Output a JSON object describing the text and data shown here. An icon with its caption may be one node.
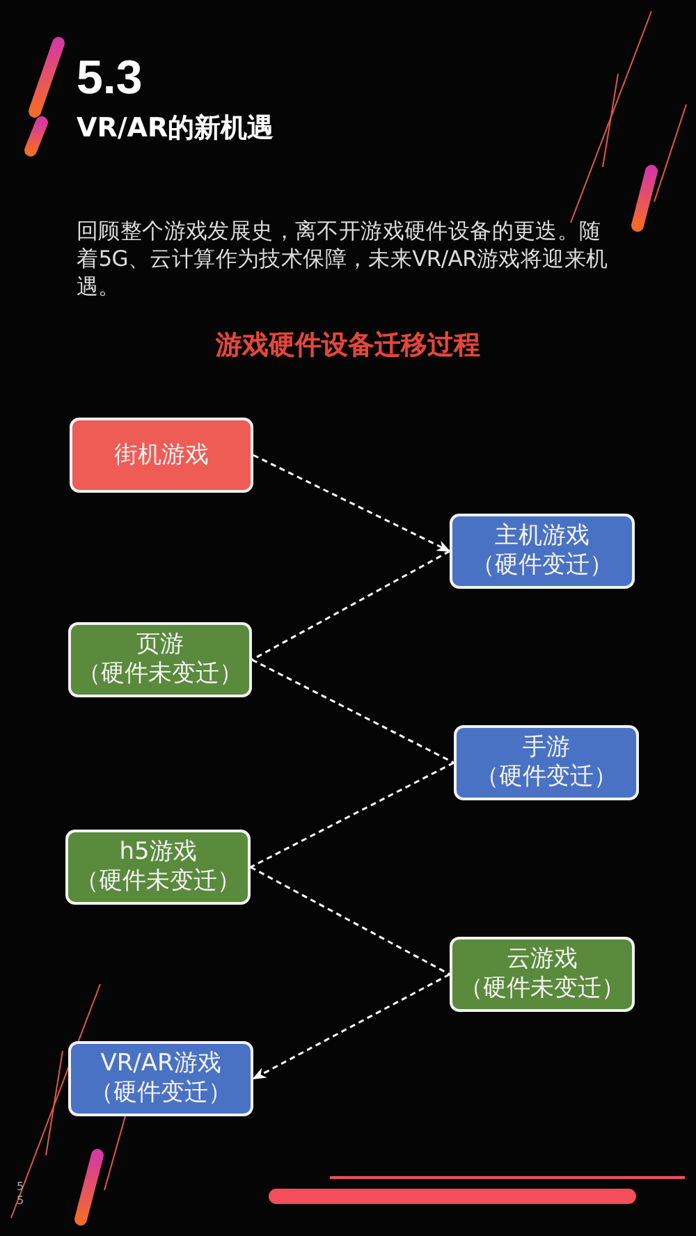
{
  "diagram": {
    "title": "5.3 VR/AR的新机遇",
    "nodes": [
      {
        "text": [
          "街机游戏"
        ]
      },
      {
        "text": [
          "主机游戏",
          "（硬件变迁）"
        ]
      },
      {
        "text": [
          "页游",
          "（硬件未变迁）"
        ]
      },
      {
        "text": [
          "手游",
          "（硬件变迁）"
        ]
      },
      {
        "text": [
          "h5游戏",
          "（硬件未变迁）"
        ]
      },
      {
        "text": [
          "云游戏",
          "（硬件未变迁）"
        ]
      },
      {
        "text": [
          "VR/AR游戏",
          "（硬件变迁）"
        ]
      }
    ],
    "edges": [
      {
        "from": 0,
        "to": 1,
        "arrow": "to",
        "style": "dashed"
      },
      {
        "from": 1,
        "to": 2,
        "arrow": "none",
        "style": "dashed"
      },
      {
        "from": 2,
        "to": 3,
        "arrow": "none",
        "style": "dashed"
      },
      {
        "from": 3,
        "to": 4,
        "arrow": "none",
        "style": "dashed"
      },
      {
        "from": 4,
        "to": 5,
        "arrow": "none",
        "style": "dashed"
      },
      {
        "from": 5,
        "to": 6,
        "arrow": "to",
        "style": "dashed"
      }
    ],
    "labels": [
      "回顾整个游戏发展史，离不开游戏硬件设备的更迭。随着5G、云计算作为技术保障，未来VR/AR游戏将迎来机遇。",
      "游戏硬件设备迁移过程",
      "5",
      "5"
    ]
  }
}
